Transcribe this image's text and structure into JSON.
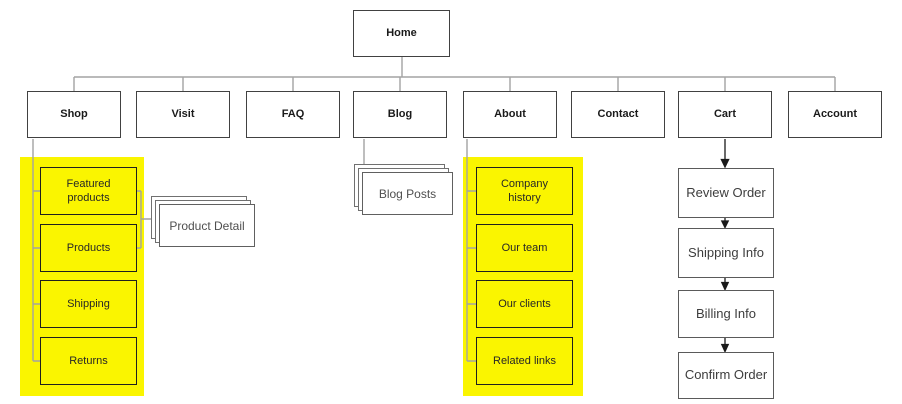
{
  "diagram": {
    "home": {
      "label": "Home"
    },
    "nav": [
      {
        "label": "Shop"
      },
      {
        "label": "Visit"
      },
      {
        "label": "FAQ"
      },
      {
        "label": "Blog"
      },
      {
        "label": "About"
      },
      {
        "label": "Contact"
      },
      {
        "label": "Cart"
      },
      {
        "label": "Account"
      }
    ],
    "shop": {
      "children": [
        {
          "label": "Featured products"
        },
        {
          "label": "Products"
        },
        {
          "label": "Shipping"
        },
        {
          "label": "Returns"
        }
      ],
      "detail_stack": {
        "label": "Product Detail"
      }
    },
    "blog": {
      "stack": {
        "label": "Blog Posts"
      }
    },
    "about": {
      "children": [
        {
          "label": "Company history"
        },
        {
          "label": "Our team"
        },
        {
          "label": "Our clients"
        },
        {
          "label": "Related links"
        }
      ]
    },
    "cart": {
      "flow": [
        {
          "label": "Review Order"
        },
        {
          "label": "Shipping Info"
        },
        {
          "label": "Billing Info"
        },
        {
          "label": "Confirm Order"
        }
      ]
    },
    "colors": {
      "highlight": "#FAF500",
      "connector": "#a3a3a3",
      "node_border": "#414141",
      "arrow": "#1a1a1a"
    }
  }
}
